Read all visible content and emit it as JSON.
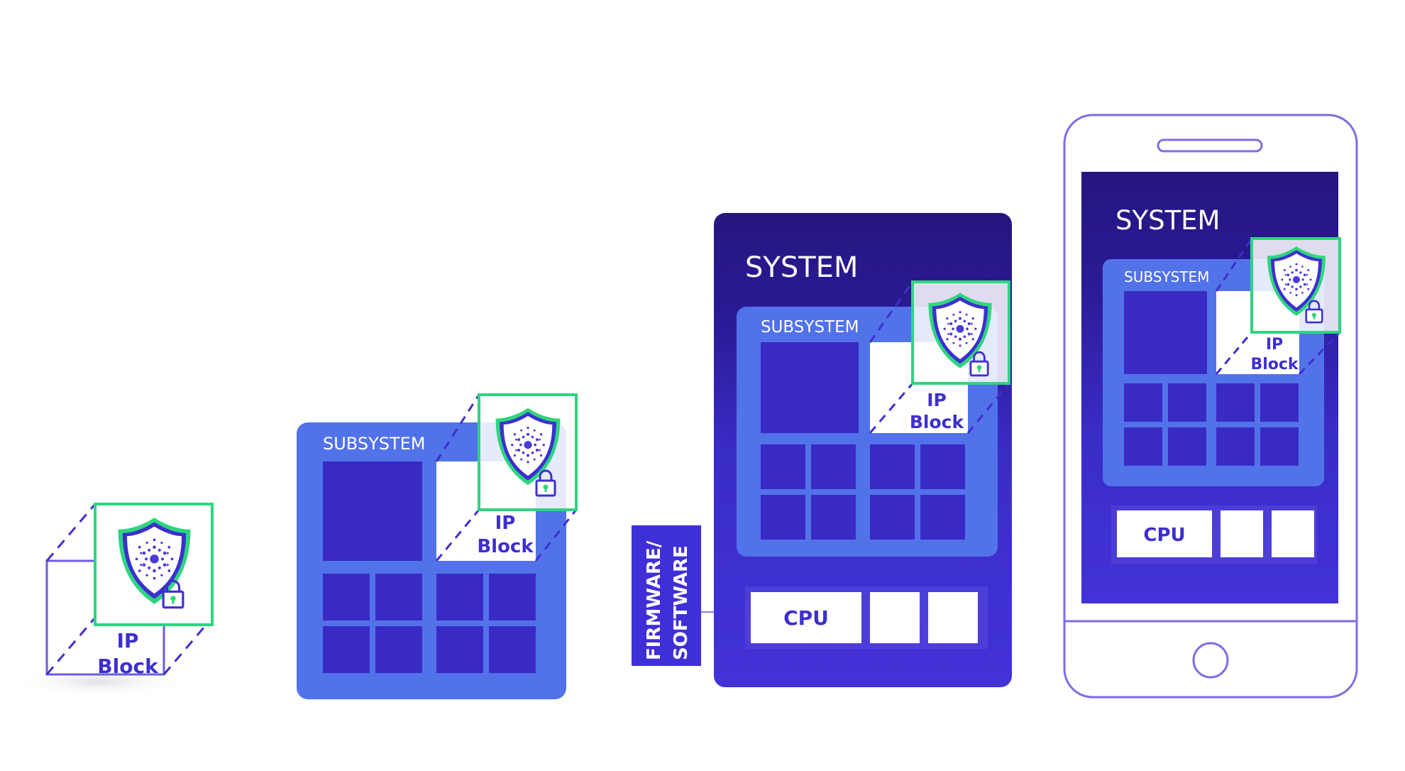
{
  "colors": {
    "ip_text": "#3d2fcf",
    "subsystem_fill": "#5272ea",
    "subsystem_dark": "#3a2ac4",
    "system_top": "#25167f",
    "system_bottom": "#3f2fd6",
    "accent_green": "#2ed57f",
    "phone_outline": "#7b6ee6",
    "white": "#ffffff"
  },
  "stages": [
    {
      "ip_label_line1": "IP",
      "ip_label_line2": "Block"
    },
    {
      "subsystem_label": "SUBSYSTEM",
      "ip_label_line1": "IP",
      "ip_label_line2": "Block"
    },
    {
      "system_label": "SYSTEM",
      "subsystem_label": "SUBSYSTEM",
      "ip_label_line1": "IP",
      "ip_label_line2": "Block",
      "cpu_label": "CPU",
      "firmware_line1": "FIRMWARE/",
      "firmware_line2": "SOFTWARE"
    },
    {
      "system_label": "SYSTEM",
      "subsystem_label": "SUBSYSTEM",
      "ip_label_line1": "IP",
      "ip_label_line2": "Block",
      "cpu_label": "CPU"
    }
  ],
  "icons": {
    "shield": "security-shield-icon",
    "lock": "padlock-icon",
    "home_button": "home-button-icon",
    "speaker": "speaker-slot-icon"
  }
}
